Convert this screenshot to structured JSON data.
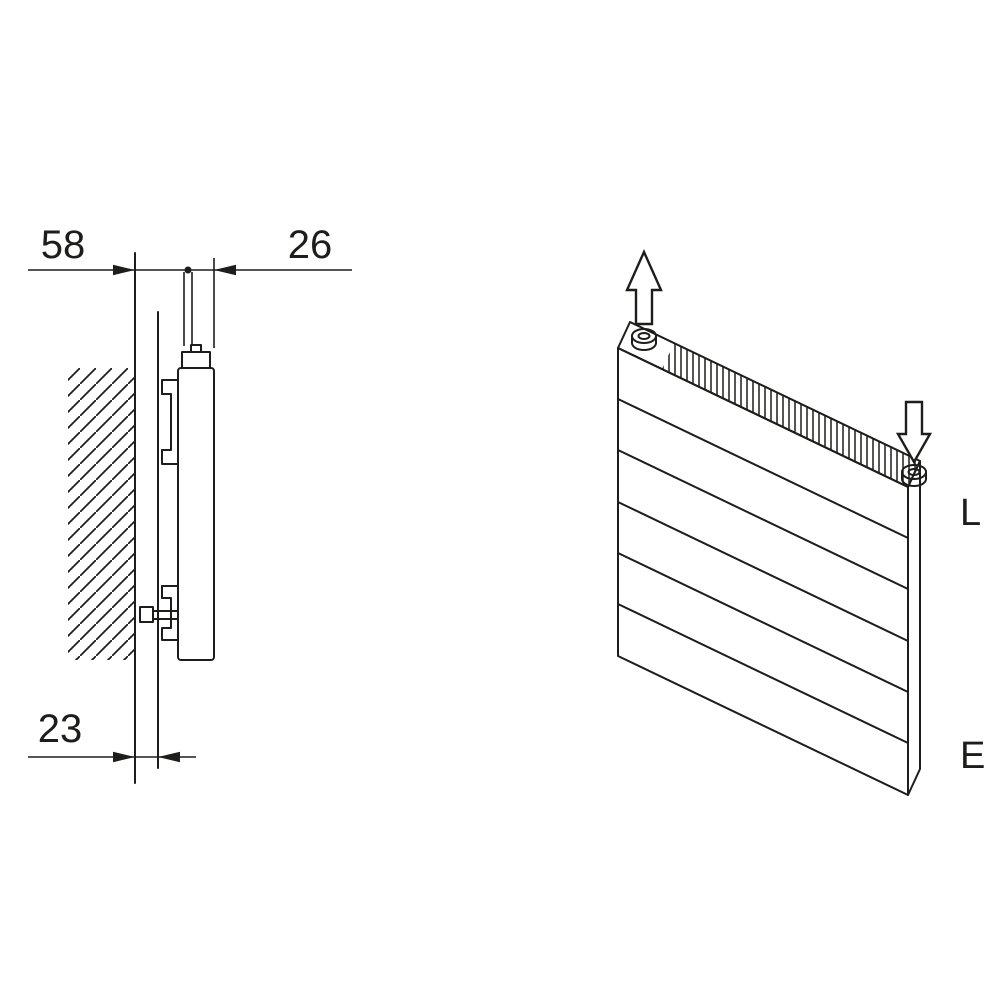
{
  "drawing": {
    "side_view": {
      "dim_wall_to_center": "58",
      "dim_center_to_front": "26",
      "dim_wall_gap": "23"
    },
    "iso_view": {
      "label_upper_connection": "L",
      "label_lower_connection": "E"
    }
  },
  "icons": {
    "flow_up": "up-arrow",
    "flow_down": "down-arrow"
  },
  "colors": {
    "line": "#1d1d1b",
    "background": "#ffffff"
  }
}
